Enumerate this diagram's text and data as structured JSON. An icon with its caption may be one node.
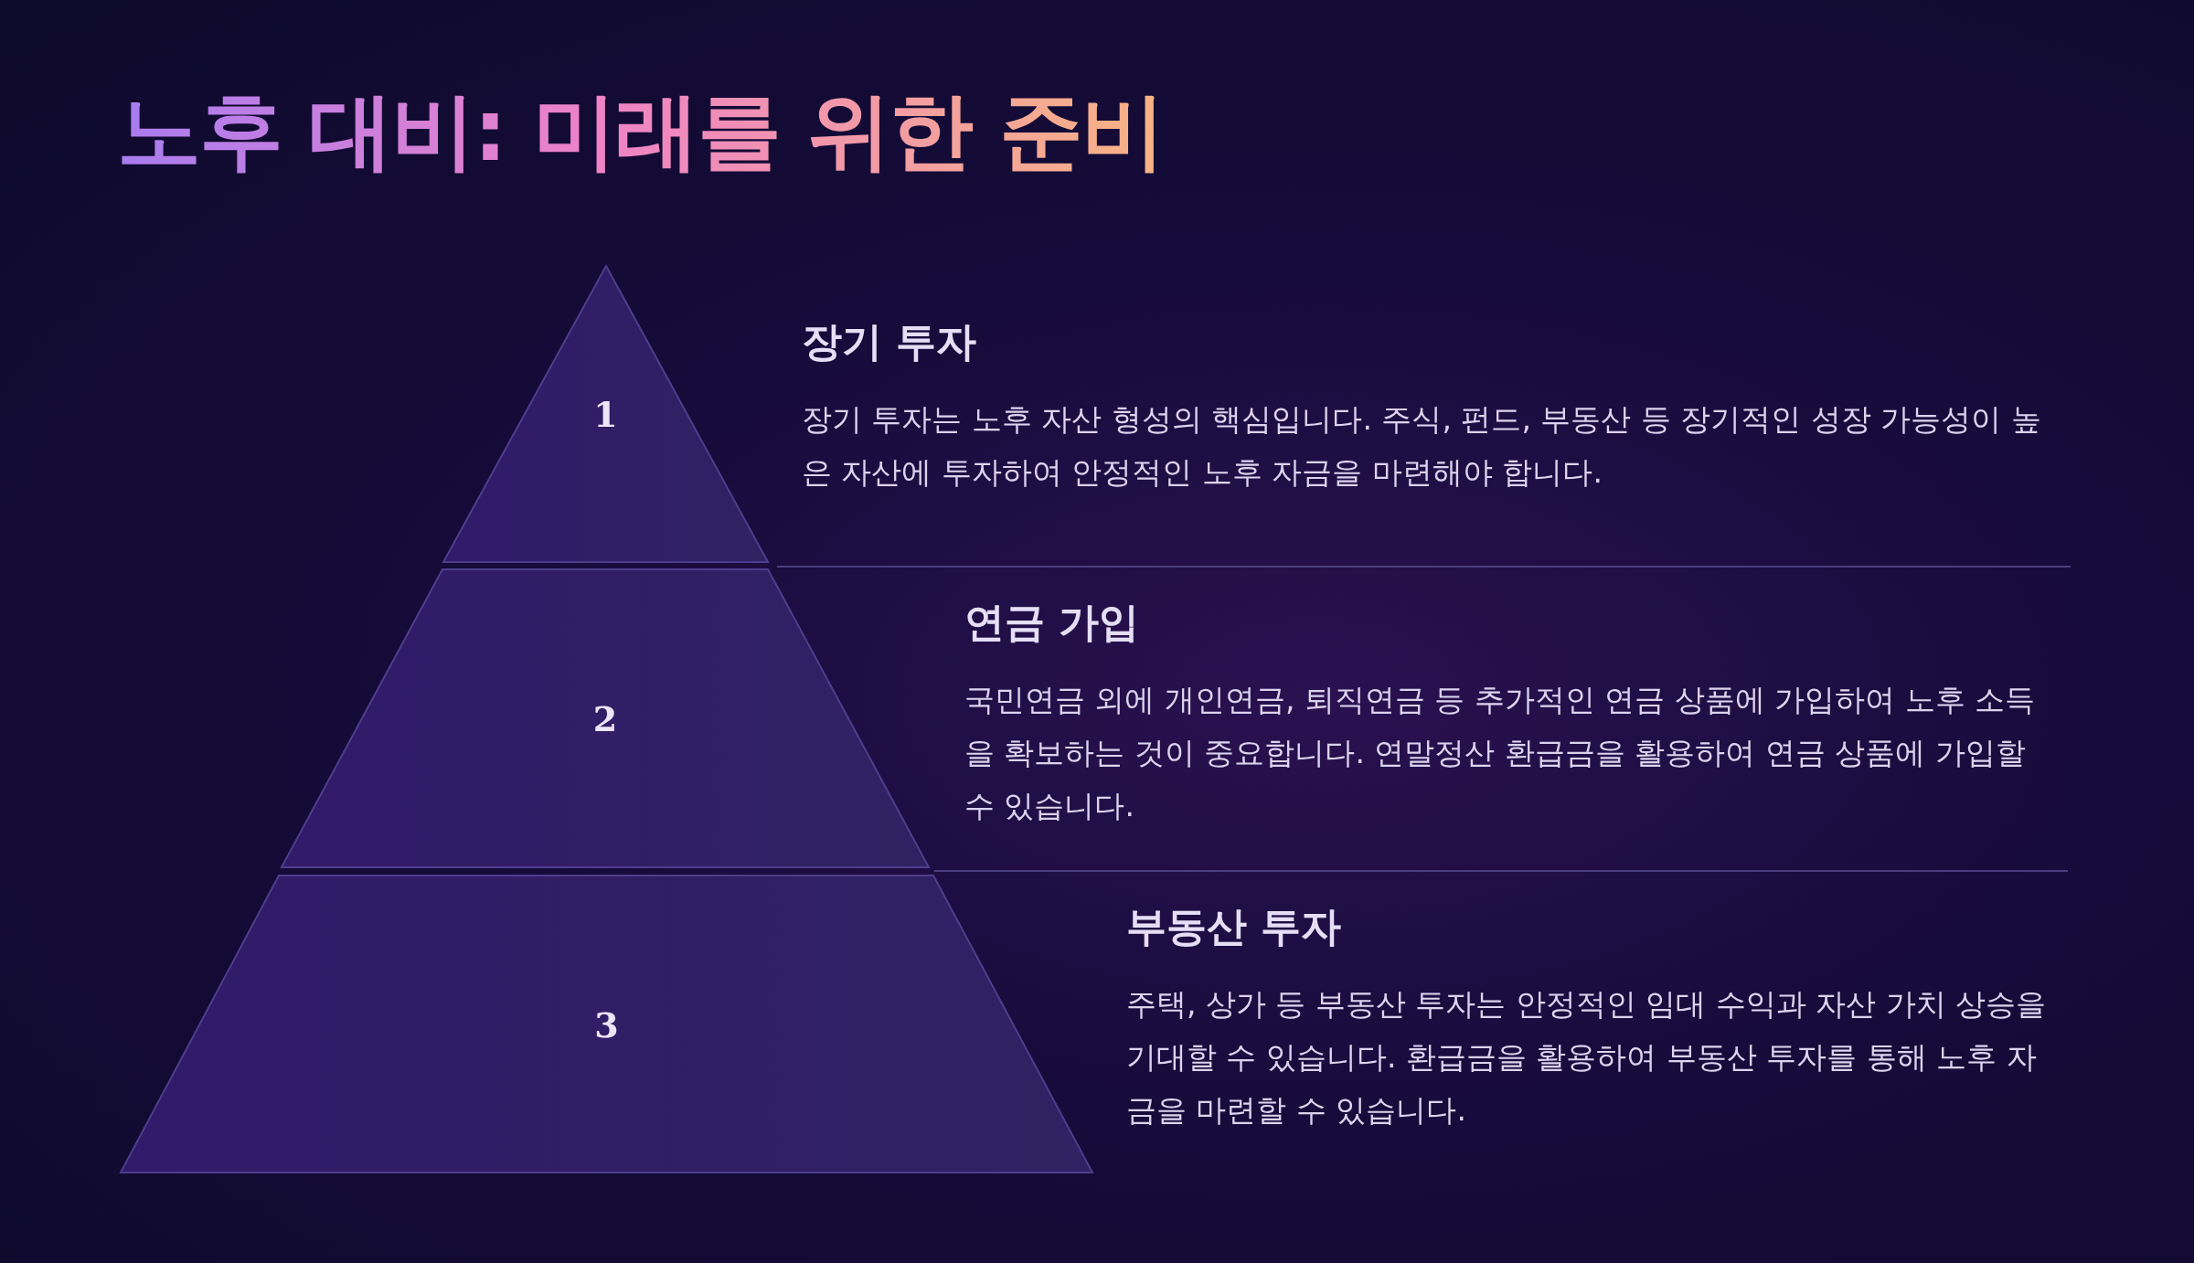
{
  "diagram": {
    "title": "노후 대비: 미래를 위한 준비",
    "nodes": [
      {
        "text": [
          "1"
        ],
        "beside": [
          "장기 투자",
          "장기 투자는 노후 자산 형성의 핵심입니다. 주식, 펀드, 부동산 등 장기적인 성장 가능성이 높은 자산에 투자하여 안정적인 노후 자금을 마련해야 합니다."
        ]
      },
      {
        "text": [
          "2"
        ],
        "beside": [
          "연금 가입",
          "국민연금 외에 개인연금, 퇴직연금 등 추가적인 연금 상품에 가입하여 노후 소득을 확보하는 것이 중요합니다. 연말정산 환급금을 활용하여 연금 상품에 가입할 수 있습니다."
        ]
      },
      {
        "text": [
          "3"
        ],
        "beside": [
          "부동산 투자",
          "주택, 상가 등 부동산 투자는 안정적인 임대 수익과 자산 가치 상승을 기대할 수 있습니다. 환급금을 활용하여 부동산 투자를 통해 노후 자금을 마련할 수 있습니다."
        ]
      }
    ]
  }
}
